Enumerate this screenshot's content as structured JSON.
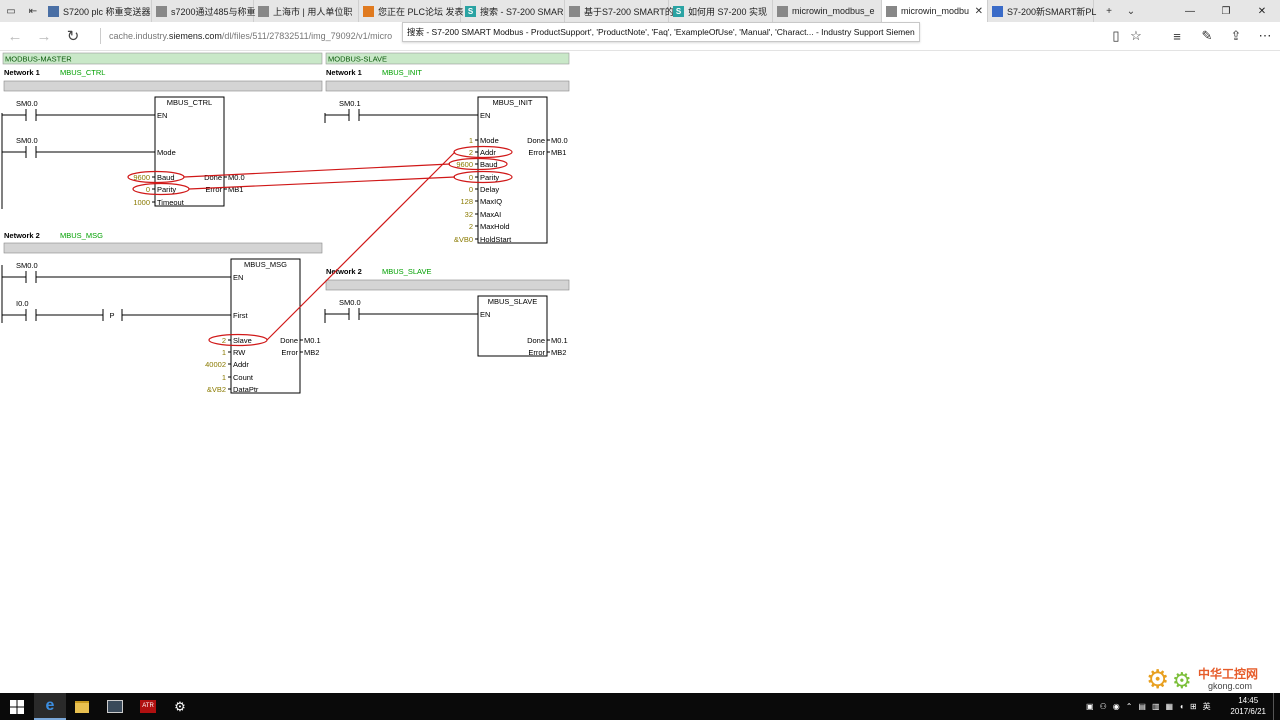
{
  "browser": {
    "tabs": [
      {
        "label": "S7200 plc 称重变送器",
        "favicon": "page-icon",
        "fav_color": "#4a6fa5"
      },
      {
        "label": "s7200通过485与称重",
        "favicon": "page-icon",
        "fav_color": "#888888"
      },
      {
        "label": "上海市 | 用人单位职",
        "favicon": "page-icon",
        "fav_color": "#888888"
      },
      {
        "label": "您正在 PLC论坛 发表",
        "favicon": "forum-icon",
        "fav_color": "#e07a1f"
      },
      {
        "label": "搜索 - S7-200 SMAR",
        "favicon": "siemens-s-icon",
        "fav_color": "#2aa3a3"
      },
      {
        "label": "基于S7-200 SMART的",
        "favicon": "page-icon",
        "fav_color": "#888888"
      },
      {
        "label": "如何用 S7-200 实现",
        "favicon": "siemens-s-icon",
        "fav_color": "#2aa3a3"
      },
      {
        "label": "microwin_modbus_e",
        "favicon": "page-icon",
        "fav_color": "#888888"
      },
      {
        "label": "microwin_modbu",
        "favicon": "page-icon",
        "fav_color": "#888888",
        "active": true
      },
      {
        "label": "S7-200新SMART新PL",
        "favicon": "doc-icon",
        "fav_color": "#3a6bc8"
      }
    ],
    "url_host_prefix": "cache.industry.",
    "url_host_bold": "siemens.com",
    "url_path": "/dl/files/511/27832511/img_79092/v1/micro",
    "tooltip": "搜索 - S7-200 SMART Modbus - ProductSupport', 'ProductNote', 'Faq', 'ExampleOfUse', 'Manual', 'Charact... - Industry Support Siemen"
  },
  "ladder": {
    "master": {
      "section_title": "MODBUS-MASTER",
      "network1": {
        "label": "Network 1",
        "comment": "MBUS_CTRL",
        "contacts": [
          "SM0.0",
          "SM0.0"
        ],
        "block_title": "MBUS_CTRL",
        "pins_left": [
          "EN",
          "Mode",
          "Baud",
          "Parity",
          "Timeout"
        ],
        "inputs": [
          "",
          "",
          "9600",
          "0",
          "1000"
        ],
        "pins_right": [
          "Done",
          "Error"
        ],
        "outputs": [
          "M0.0",
          "MB1"
        ]
      },
      "network2": {
        "label": "Network 2",
        "comment": "MBUS_MSG",
        "contacts": [
          "SM0.0",
          "I0.0"
        ],
        "edge": "P",
        "block_title": "MBUS_MSG",
        "pins_left": [
          "EN",
          "First",
          "Slave",
          "RW",
          "Addr",
          "Count",
          "DataPtr"
        ],
        "inputs": [
          "",
          "",
          "2",
          "1",
          "40002",
          "1",
          "&VB2"
        ],
        "pins_right": [
          "Done",
          "Error"
        ],
        "outputs": [
          "M0.1",
          "MB2"
        ]
      }
    },
    "slave": {
      "section_title": "MODBUS-SLAVE",
      "network1": {
        "label": "Network 1",
        "comment": "MBUS_INIT",
        "contacts": [
          "SM0.1"
        ],
        "block_title": "MBUS_INIT",
        "pins_left": [
          "EN",
          "Mode",
          "Addr",
          "Baud",
          "Parity",
          "Delay",
          "MaxIQ",
          "MaxAI",
          "MaxHold",
          "HoldStart"
        ],
        "inputs": [
          "",
          "1",
          "2",
          "9600",
          "0",
          "0",
          "128",
          "32",
          "2",
          "&VB0"
        ],
        "pins_right": [
          "Done",
          "Error"
        ],
        "outputs": [
          "M0.0",
          "MB1"
        ]
      },
      "network2": {
        "label": "Network 2",
        "comment": "MBUS_SLAVE",
        "contacts": [
          "SM0.0"
        ],
        "block_title": "MBUS_SLAVE",
        "pins_left": [
          "EN"
        ],
        "pins_right": [
          "Done",
          "Error"
        ],
        "outputs": [
          "M0.1",
          "MB2"
        ]
      }
    }
  },
  "watermark": {
    "title": "中华工控网",
    "site": "gkong.com"
  },
  "taskbar": {
    "ime": "英",
    "time": "14:45",
    "date": "2017/6/21"
  },
  "colors": {
    "section_bg": "#c9e8c8",
    "comment": "#00a000",
    "value": "#8a7a00",
    "highlight": "#d01818",
    "bar": "#d4d4d4"
  }
}
